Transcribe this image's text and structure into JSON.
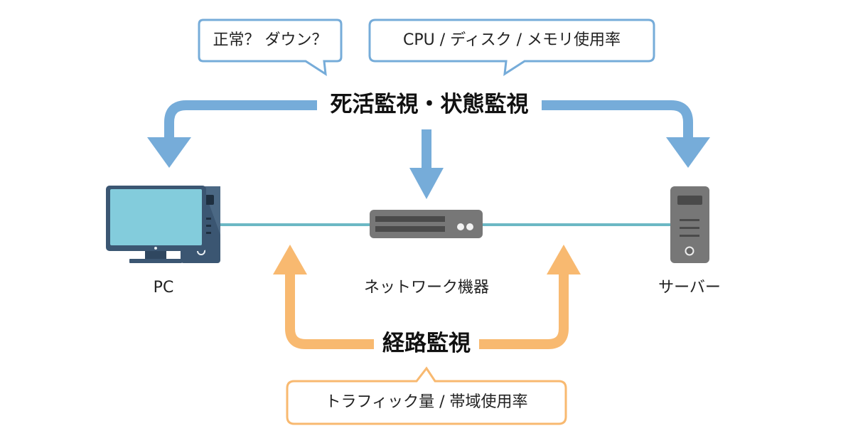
{
  "colors": {
    "blue_arrow": "#76acd9",
    "orange_arrow": "#f8b970",
    "bubble_blue_border": "#76acd9",
    "bubble_orange_border": "#f8b970",
    "link_line": "#6cb8c4",
    "pc_body": "#3b5672",
    "pc_screen": "#83ccdc",
    "device_gray": "#777777",
    "device_dark": "#4a4a4a"
  },
  "top_section": {
    "heading": "死活監視・状態監視",
    "bubbles": [
      {
        "id": "alive",
        "text": "正常？ ダウン？"
      },
      {
        "id": "status",
        "text": "CPU / ディスク / メモリ使用率"
      }
    ]
  },
  "devices": {
    "pc": {
      "label": "PC",
      "icon": "desktop-pc-icon"
    },
    "network": {
      "label": "ネットワーク機器",
      "icon": "network-switch-icon"
    },
    "server": {
      "label": "サーバー",
      "icon": "server-tower-icon"
    }
  },
  "bottom_section": {
    "heading": "経路監視",
    "bubble": {
      "id": "route",
      "text": "トラフィック量 / 帯域使用率"
    }
  }
}
